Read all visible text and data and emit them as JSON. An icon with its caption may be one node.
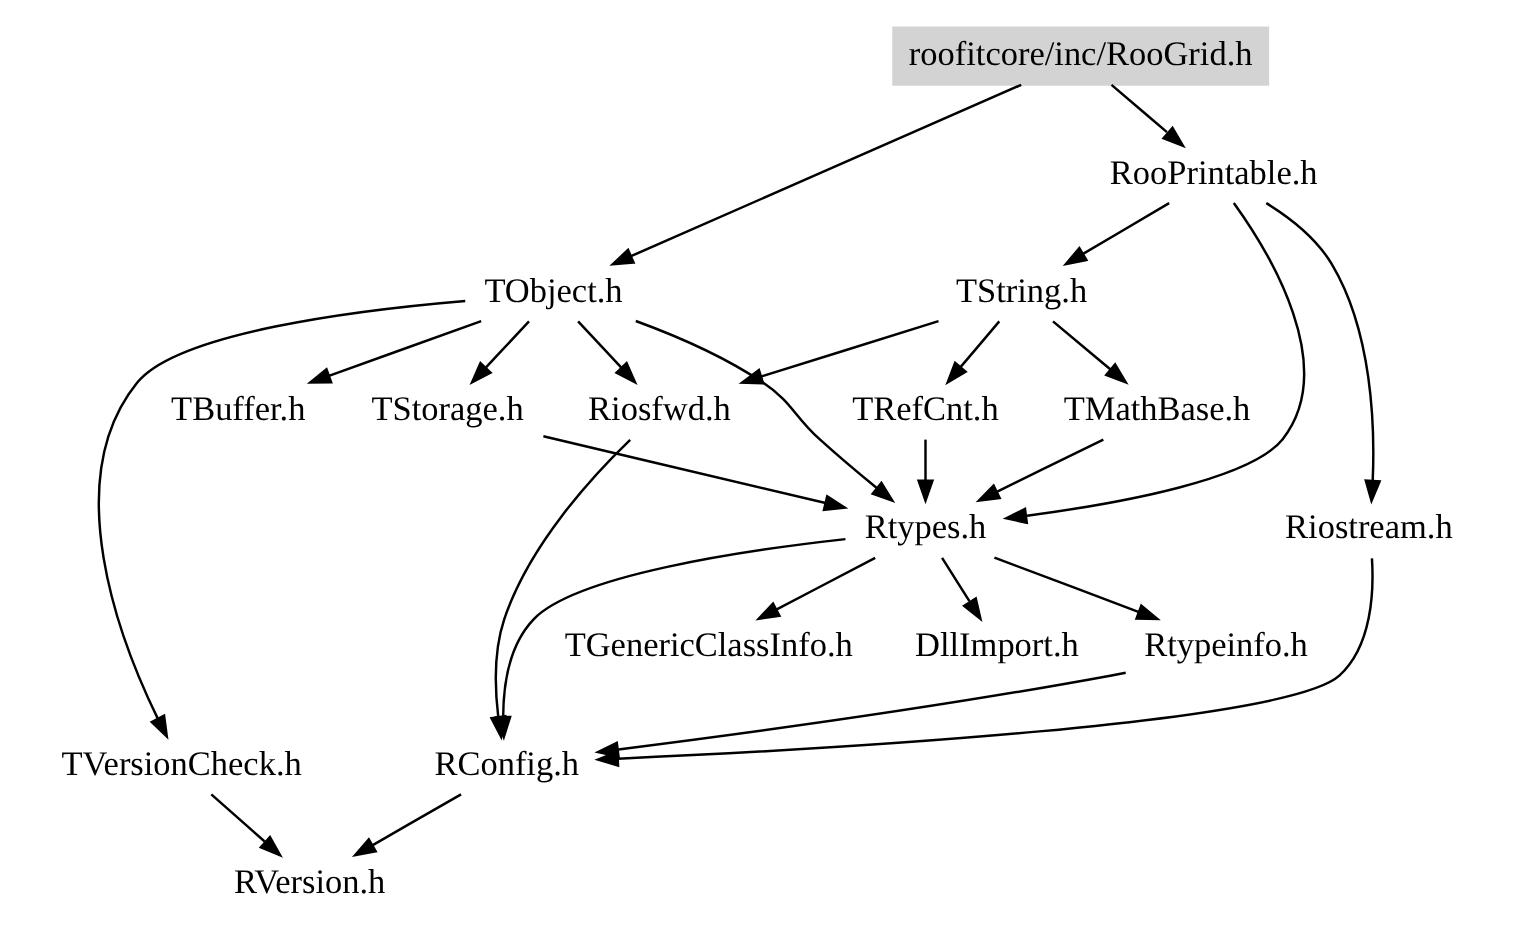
{
  "diagram": {
    "nodes": [
      {
        "text": [
          "roofitcore/inc/RooGrid.h"
        ]
      },
      {
        "text": [
          "RooPrintable.h"
        ]
      },
      {
        "text": [
          "TObject.h"
        ]
      },
      {
        "text": [
          "TString.h"
        ]
      },
      {
        "text": [
          "TBuffer.h"
        ]
      },
      {
        "text": [
          "TStorage.h"
        ]
      },
      {
        "text": [
          "Riosfwd.h"
        ]
      },
      {
        "text": [
          "TRefCnt.h"
        ]
      },
      {
        "text": [
          "TMathBase.h"
        ]
      },
      {
        "text": [
          "TVersionCheck.h"
        ]
      },
      {
        "text": [
          "Rtypes.h"
        ]
      },
      {
        "text": [
          "Riostream.h"
        ]
      },
      {
        "text": [
          "DllImport.h"
        ]
      },
      {
        "text": [
          "Rtypeinfo.h"
        ]
      },
      {
        "text": [
          "TGenericClassInfo.h"
        ]
      },
      {
        "text": [
          "RConfig.h"
        ]
      },
      {
        "text": [
          "RVersion.h"
        ]
      }
    ],
    "edges": [
      {
        "from": 0,
        "to": 2,
        "arrow": "to"
      },
      {
        "from": 0,
        "to": 1,
        "arrow": "to"
      },
      {
        "from": 1,
        "to": 3,
        "arrow": "to"
      },
      {
        "from": 1,
        "to": 10,
        "arrow": "to"
      },
      {
        "from": 1,
        "to": 11,
        "arrow": "to"
      },
      {
        "from": 2,
        "to": 4,
        "arrow": "to"
      },
      {
        "from": 2,
        "to": 5,
        "arrow": "to"
      },
      {
        "from": 2,
        "to": 6,
        "arrow": "to"
      },
      {
        "from": 2,
        "to": 9,
        "arrow": "to"
      },
      {
        "from": 2,
        "to": 10,
        "arrow": "to"
      },
      {
        "from": 3,
        "to": 6,
        "arrow": "to"
      },
      {
        "from": 3,
        "to": 7,
        "arrow": "to"
      },
      {
        "from": 3,
        "to": 8,
        "arrow": "to"
      },
      {
        "from": 5,
        "to": 10,
        "arrow": "to"
      },
      {
        "from": 6,
        "to": 15,
        "arrow": "to"
      },
      {
        "from": 7,
        "to": 10,
        "arrow": "to"
      },
      {
        "from": 8,
        "to": 10,
        "arrow": "to"
      },
      {
        "from": 9,
        "to": 16,
        "arrow": "to"
      },
      {
        "from": 10,
        "to": 12,
        "arrow": "to"
      },
      {
        "from": 10,
        "to": 13,
        "arrow": "to"
      },
      {
        "from": 10,
        "to": 14,
        "arrow": "to"
      },
      {
        "from": 10,
        "to": 15,
        "arrow": "to"
      },
      {
        "from": 11,
        "to": 15,
        "arrow": "to"
      },
      {
        "from": 13,
        "to": 15,
        "arrow": "to"
      },
      {
        "from": 15,
        "to": 16,
        "arrow": "to"
      }
    ]
  }
}
